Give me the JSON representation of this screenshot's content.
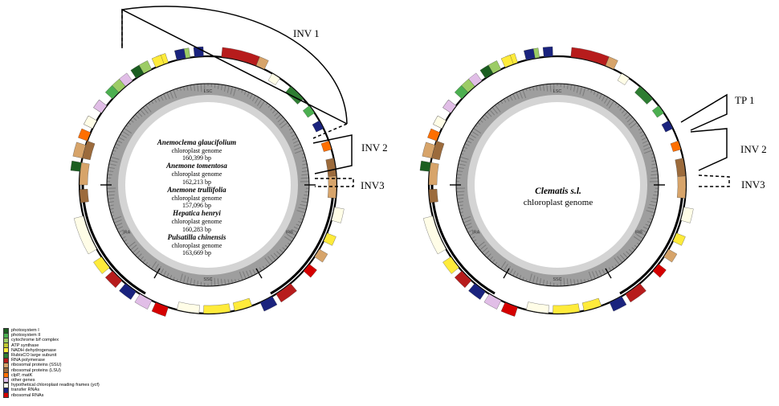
{
  "left_map": {
    "species": [
      {
        "name": "Anemoclema glaucifolium",
        "subtitle": "chloroplast genome",
        "size": "160,399 bp"
      },
      {
        "name": "Anemone tomentosa",
        "subtitle": "chloroplast genome",
        "size": "162,213 bp"
      },
      {
        "name": "Anemone trullifolia",
        "subtitle": "chloroplast genome",
        "size": "157,096 bp"
      },
      {
        "name": "Hepatica henryi",
        "subtitle": "chloroplast genome",
        "size": "160,283 bp"
      },
      {
        "name": "Pulsatilla chinensis",
        "subtitle": "chloroplast genome",
        "size": "163,669 bp"
      }
    ],
    "region_labels": {
      "lsc": "LSC",
      "ssc": "SSC",
      "ira": "IRA",
      "irb": "IRB"
    },
    "inversions": {
      "inv1": "INV 1",
      "inv2": "INV 2",
      "inv3": "INV3"
    }
  },
  "right_map": {
    "species": "Clematis s.l.",
    "subtitle": "chloroplast genome",
    "region_labels": {
      "lsc": "LSC",
      "ssc": "SSC",
      "ira": "IRA",
      "irb": "IRB"
    },
    "inversions": {
      "tp1": "TP 1",
      "inv2": "INV 2",
      "inv3": "INV3"
    }
  },
  "legend": [
    {
      "label": "photosystem I",
      "color": "#1b5e20"
    },
    {
      "label": "photosystem II",
      "color": "#4caf50"
    },
    {
      "label": "cytochrome b/f complex",
      "color": "#9ccc65"
    },
    {
      "label": "ATP synthase",
      "color": "#c0ca33"
    },
    {
      "label": "NADH dehydrogenase",
      "color": "#ffeb3b"
    },
    {
      "label": "RubisCO large subunit",
      "color": "#2e7d32"
    },
    {
      "label": "RNA polymerase",
      "color": "#b71c1c"
    },
    {
      "label": "ribosomal proteins (SSU)",
      "color": "#d7a46a"
    },
    {
      "label": "ribosomal proteins (LSU)",
      "color": "#9c6b3c"
    },
    {
      "label": "clpP, matK",
      "color": "#ff6f00"
    },
    {
      "label": "other genes",
      "color": "#e1bee7"
    },
    {
      "label": "hypothetical chloroplast reading frames (ycf)",
      "color": "#fffde7"
    },
    {
      "label": "transfer RNAs",
      "color": "#1a237e"
    },
    {
      "label": "ribosomal RNAs",
      "color": "#d50000"
    }
  ]
}
